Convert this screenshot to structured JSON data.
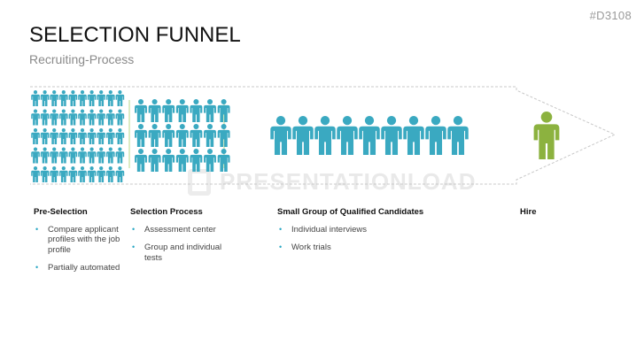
{
  "slide": {
    "id": "#D3108",
    "title": "SELECTION FUNNEL",
    "subtitle": "Recruiting-Process"
  },
  "colors": {
    "person_blue": "#3aa9c1",
    "person_green": "#8cb23f",
    "divider_green": "#b9d88a",
    "outline": "#c8c8c8"
  },
  "funnel": {
    "pre_selection_count": 50,
    "selection_count": 21,
    "qualified_count": 9,
    "hire_count": 1
  },
  "watermark": "PRESENTATIONLOAD",
  "stages": [
    {
      "heading": "Pre-Selection",
      "bullets": [
        "Compare applicant profiles with the job profile",
        "Partially automated"
      ]
    },
    {
      "heading": "Selection Process",
      "bullets": [
        "Assessment center",
        "Group and individual tests"
      ]
    },
    {
      "heading": "Small Group of Qualified Candidates",
      "bullets": [
        "Individual interviews",
        "Work trials"
      ]
    },
    {
      "heading": "Hire",
      "bullets": []
    }
  ]
}
